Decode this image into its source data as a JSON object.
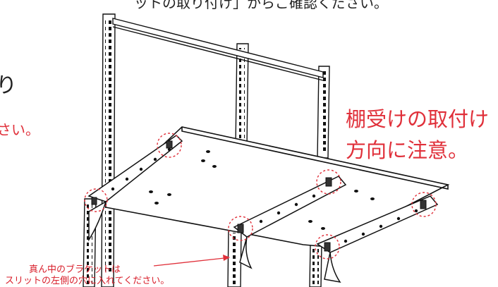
{
  "texts": {
    "cut_top": "ットの取り付け」からご確認ください。",
    "cut_left_black": "り",
    "cut_left_red": "さい。",
    "warning_line1": "棚受けの取付け",
    "warning_line2": "方向に注意。",
    "note_line1": "真ん中のブラケットは",
    "note_line2": "スリットの左側の穴に入れてください。"
  },
  "colors": {
    "warning_red": "#e0303a",
    "line": "#111111",
    "callout_circle": "#e0303a"
  },
  "icons": {
    "callout": "dashed-circle",
    "pointer": "red-arrow"
  }
}
